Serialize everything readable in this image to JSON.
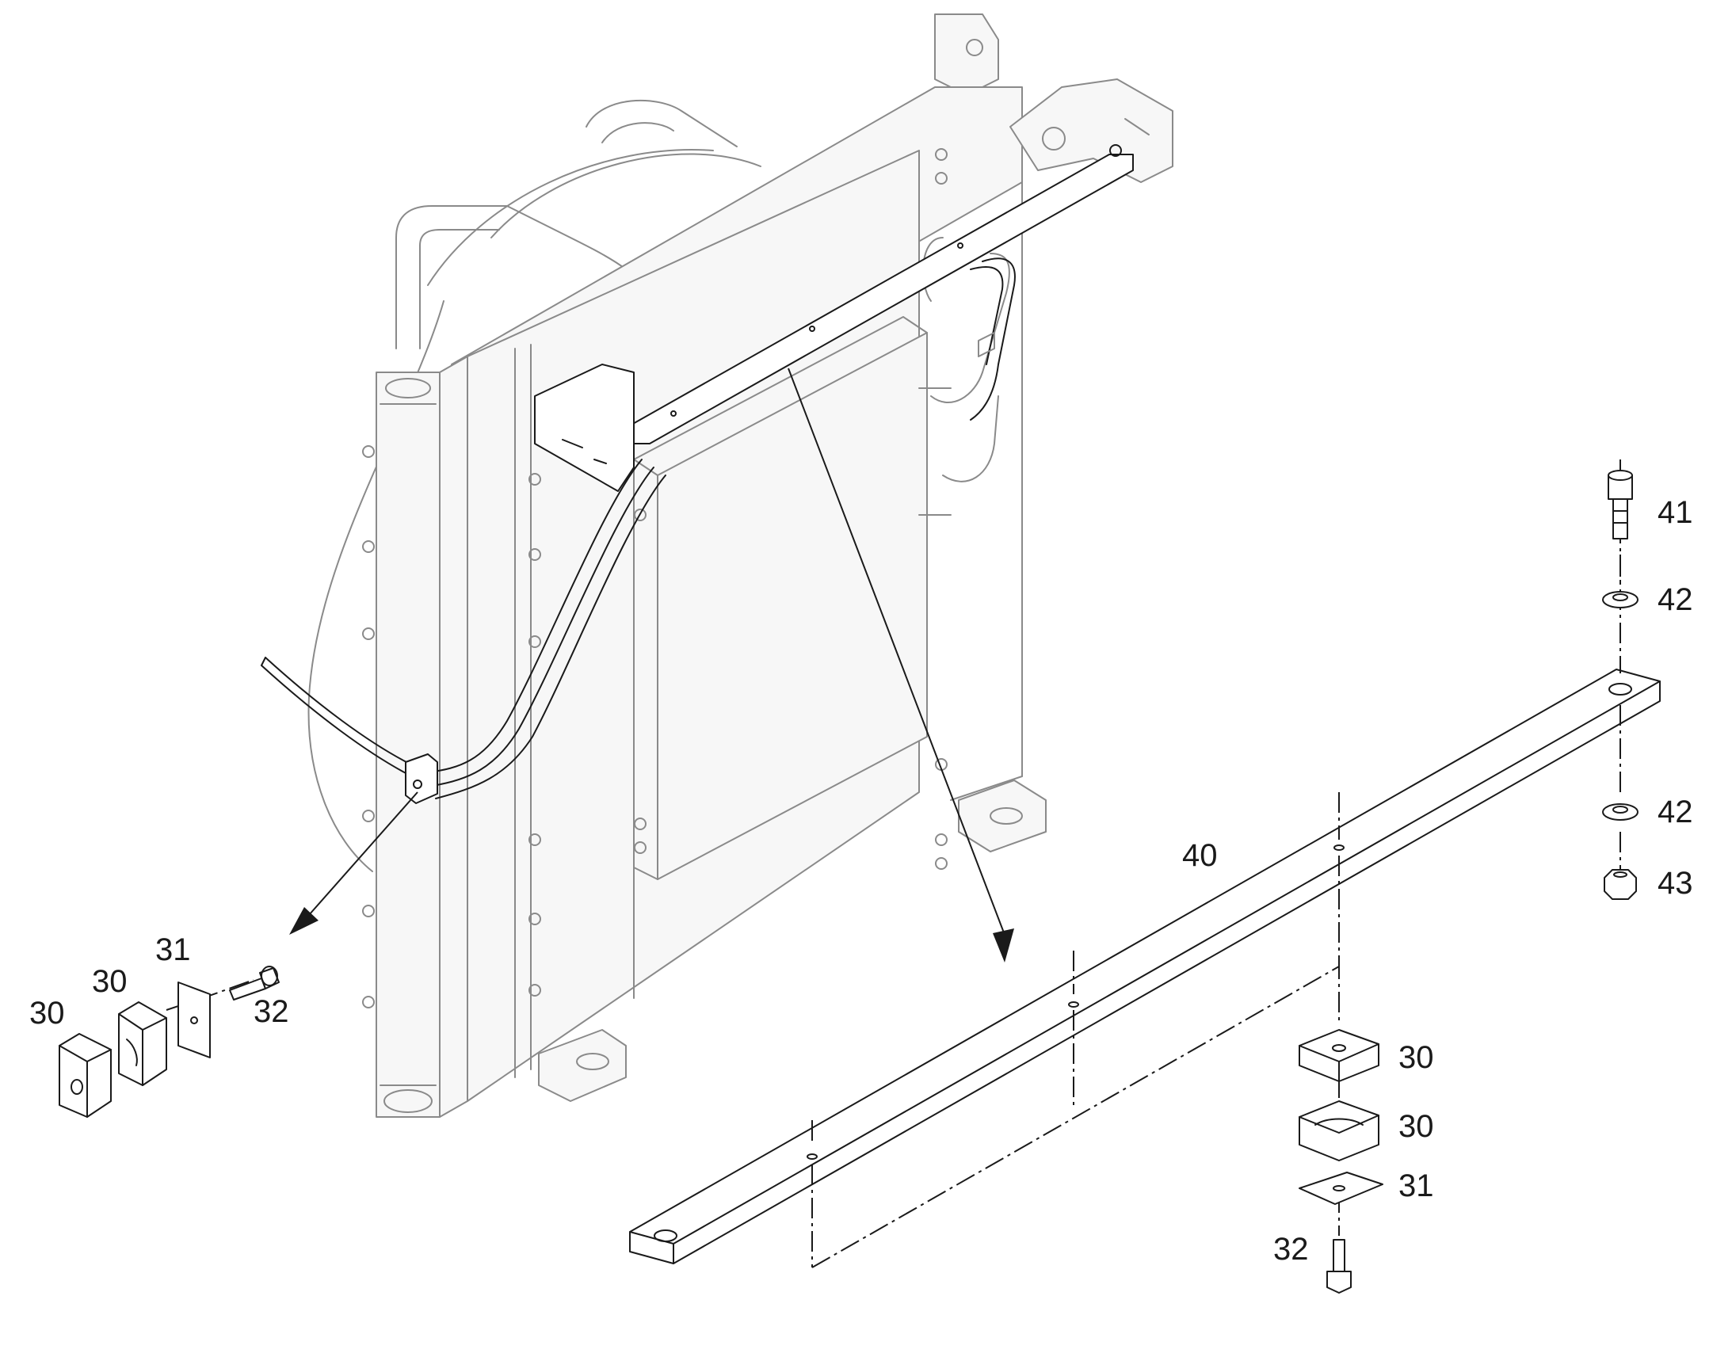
{
  "callouts": {
    "c30a": "30",
    "c30b": "30",
    "c31a": "31",
    "c32a": "32",
    "c40": "40",
    "c41": "41",
    "c42a": "42",
    "c42b": "42",
    "c43": "43",
    "c30c": "30",
    "c30d": "30",
    "c31b": "31",
    "c32b": "32"
  }
}
